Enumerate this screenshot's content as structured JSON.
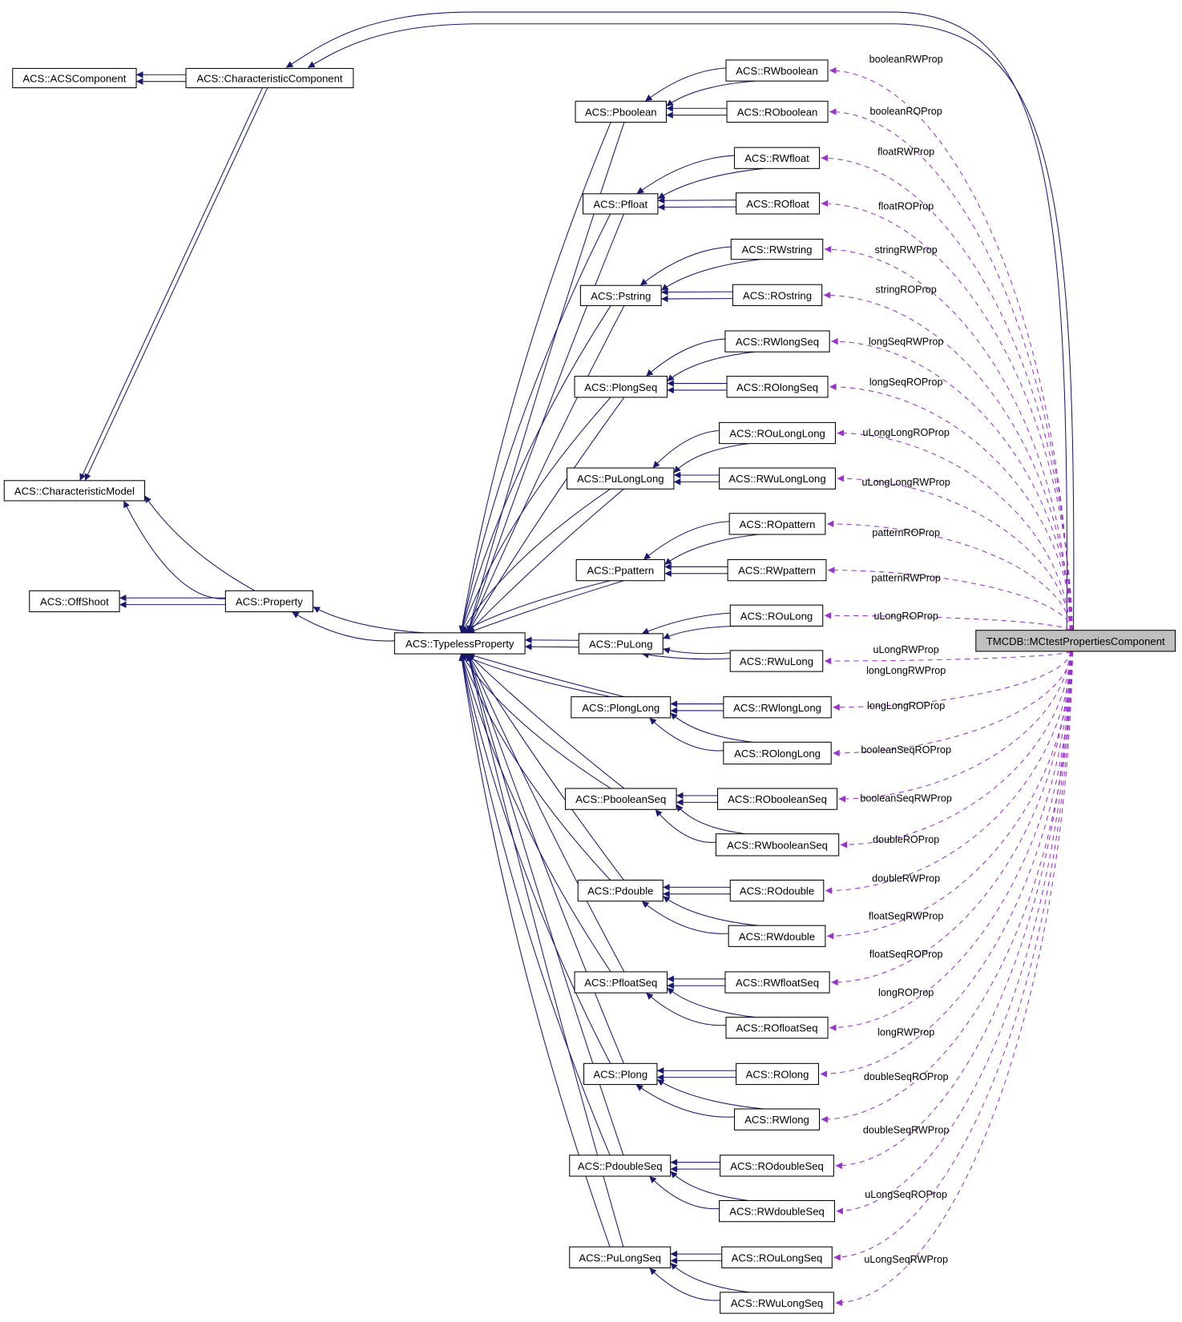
{
  "colors": {
    "inheritance": "#191970",
    "usage": "#9a32cd",
    "target_fill": "#bfbfbf"
  },
  "target": {
    "id": "target",
    "label": "TMCDB::MCtestPropertiesComponent"
  },
  "nodes": [
    {
      "id": "ACSComponent",
      "label": "ACS::ACSComponent"
    },
    {
      "id": "CharacteristicComponent",
      "label": "ACS::CharacteristicComponent"
    },
    {
      "id": "CharacteristicModel",
      "label": "ACS::CharacteristicModel"
    },
    {
      "id": "OffShoot",
      "label": "ACS::OffShoot"
    },
    {
      "id": "Property",
      "label": "ACS::Property"
    },
    {
      "id": "TypelessProperty",
      "label": "ACS::TypelessProperty"
    },
    {
      "id": "Pboolean",
      "label": "ACS::Pboolean"
    },
    {
      "id": "Pfloat",
      "label": "ACS::Pfloat"
    },
    {
      "id": "Pstring",
      "label": "ACS::Pstring"
    },
    {
      "id": "PlongSeq",
      "label": "ACS::PlongSeq"
    },
    {
      "id": "PuLongLong",
      "label": "ACS::PuLongLong"
    },
    {
      "id": "Ppattern",
      "label": "ACS::Ppattern"
    },
    {
      "id": "PuLong",
      "label": "ACS::PuLong"
    },
    {
      "id": "PlongLong",
      "label": "ACS::PlongLong"
    },
    {
      "id": "PbooleanSeq",
      "label": "ACS::PbooleanSeq"
    },
    {
      "id": "Pdouble",
      "label": "ACS::Pdouble"
    },
    {
      "id": "PfloatSeq",
      "label": "ACS::PfloatSeq"
    },
    {
      "id": "Plong",
      "label": "ACS::Plong"
    },
    {
      "id": "PdoubleSeq",
      "label": "ACS::PdoubleSeq"
    },
    {
      "id": "PuLongSeq",
      "label": "ACS::PuLongSeq"
    },
    {
      "id": "RWboolean",
      "label": "ACS::RWboolean"
    },
    {
      "id": "ROboolean",
      "label": "ACS::ROboolean"
    },
    {
      "id": "RWfloat",
      "label": "ACS::RWfloat"
    },
    {
      "id": "ROfloat",
      "label": "ACS::ROfloat"
    },
    {
      "id": "RWstring",
      "label": "ACS::RWstring"
    },
    {
      "id": "ROstring",
      "label": "ACS::ROstring"
    },
    {
      "id": "RWlongSeq",
      "label": "ACS::RWlongSeq"
    },
    {
      "id": "ROlongSeq",
      "label": "ACS::ROlongSeq"
    },
    {
      "id": "ROuLongLong",
      "label": "ACS::ROuLongLong"
    },
    {
      "id": "RWuLongLong",
      "label": "ACS::RWuLongLong"
    },
    {
      "id": "ROpattern",
      "label": "ACS::ROpattern"
    },
    {
      "id": "RWpattern",
      "label": "ACS::RWpattern"
    },
    {
      "id": "ROuLong",
      "label": "ACS::ROuLong"
    },
    {
      "id": "RWuLong",
      "label": "ACS::RWuLong"
    },
    {
      "id": "RWlongLong",
      "label": "ACS::RWlongLong"
    },
    {
      "id": "ROlongLong",
      "label": "ACS::ROlongLong"
    },
    {
      "id": "RObooleanSeq",
      "label": "ACS::RObooleanSeq"
    },
    {
      "id": "RWbooleanSeq",
      "label": "ACS::RWbooleanSeq"
    },
    {
      "id": "ROdouble",
      "label": "ACS::ROdouble"
    },
    {
      "id": "RWdouble",
      "label": "ACS::RWdouble"
    },
    {
      "id": "RWfloatSeq",
      "label": "ACS::RWfloatSeq"
    },
    {
      "id": "ROfloatSeq",
      "label": "ACS::ROfloatSeq"
    },
    {
      "id": "ROlong",
      "label": "ACS::ROlong"
    },
    {
      "id": "RWlong",
      "label": "ACS::RWlong"
    },
    {
      "id": "ROdoubleSeq",
      "label": "ACS::ROdoubleSeq"
    },
    {
      "id": "RWdoubleSeq",
      "label": "ACS::RWdoubleSeq"
    },
    {
      "id": "ROuLongSeq",
      "label": "ACS::ROuLongSeq"
    },
    {
      "id": "RWuLongSeq",
      "label": "ACS::RWuLongSeq"
    }
  ],
  "inheritance": [
    [
      "CharacteristicComponent",
      "ACSComponent"
    ],
    [
      "CharacteristicModel",
      "CharacteristicComponent"
    ],
    [
      "Property",
      "CharacteristicModel"
    ],
    [
      "Property",
      "OffShoot"
    ],
    [
      "TypelessProperty",
      "Property"
    ],
    [
      "target",
      "CharacteristicComponent"
    ],
    [
      "Pboolean",
      "TypelessProperty"
    ],
    [
      "Pfloat",
      "TypelessProperty"
    ],
    [
      "Pstring",
      "TypelessProperty"
    ],
    [
      "PlongSeq",
      "TypelessProperty"
    ],
    [
      "PuLongLong",
      "TypelessProperty"
    ],
    [
      "Ppattern",
      "TypelessProperty"
    ],
    [
      "PuLong",
      "TypelessProperty"
    ],
    [
      "PlongLong",
      "TypelessProperty"
    ],
    [
      "PbooleanSeq",
      "TypelessProperty"
    ],
    [
      "Pdouble",
      "TypelessProperty"
    ],
    [
      "PfloatSeq",
      "TypelessProperty"
    ],
    [
      "Plong",
      "TypelessProperty"
    ],
    [
      "PdoubleSeq",
      "TypelessProperty"
    ],
    [
      "PuLongSeq",
      "TypelessProperty"
    ],
    [
      "RWboolean",
      "Pboolean"
    ],
    [
      "ROboolean",
      "Pboolean"
    ],
    [
      "RWfloat",
      "Pfloat"
    ],
    [
      "ROfloat",
      "Pfloat"
    ],
    [
      "RWstring",
      "Pstring"
    ],
    [
      "ROstring",
      "Pstring"
    ],
    [
      "RWlongSeq",
      "PlongSeq"
    ],
    [
      "ROlongSeq",
      "PlongSeq"
    ],
    [
      "ROuLongLong",
      "PuLongLong"
    ],
    [
      "RWuLongLong",
      "PuLongLong"
    ],
    [
      "ROpattern",
      "Ppattern"
    ],
    [
      "RWpattern",
      "Ppattern"
    ],
    [
      "ROuLong",
      "PuLong"
    ],
    [
      "RWuLong",
      "PuLong"
    ],
    [
      "RWlongLong",
      "PlongLong"
    ],
    [
      "ROlongLong",
      "PlongLong"
    ],
    [
      "RObooleanSeq",
      "PbooleanSeq"
    ],
    [
      "RWbooleanSeq",
      "PbooleanSeq"
    ],
    [
      "ROdouble",
      "Pdouble"
    ],
    [
      "RWdouble",
      "Pdouble"
    ],
    [
      "RWfloatSeq",
      "PfloatSeq"
    ],
    [
      "ROfloatSeq",
      "PfloatSeq"
    ],
    [
      "ROlong",
      "Plong"
    ],
    [
      "RWlong",
      "Plong"
    ],
    [
      "ROdoubleSeq",
      "PdoubleSeq"
    ],
    [
      "RWdoubleSeq",
      "PdoubleSeq"
    ],
    [
      "ROuLongSeq",
      "PuLongSeq"
    ],
    [
      "RWuLongSeq",
      "PuLongSeq"
    ]
  ],
  "usage": [
    {
      "to": "RWboolean",
      "label": "booleanRWProp"
    },
    {
      "to": "ROboolean",
      "label": "booleanROProp"
    },
    {
      "to": "RWfloat",
      "label": "floatRWProp"
    },
    {
      "to": "ROfloat",
      "label": "floatROProp"
    },
    {
      "to": "RWstring",
      "label": "stringRWProp"
    },
    {
      "to": "ROstring",
      "label": "stringROProp"
    },
    {
      "to": "RWlongSeq",
      "label": "longSeqRWProp"
    },
    {
      "to": "ROlongSeq",
      "label": "longSeqROProp"
    },
    {
      "to": "ROuLongLong",
      "label": "uLongLongROProp"
    },
    {
      "to": "RWuLongLong",
      "label": "uLongLongRWProp"
    },
    {
      "to": "ROpattern",
      "label": "patternROProp"
    },
    {
      "to": "RWpattern",
      "label": "patternRWProp"
    },
    {
      "to": "ROuLong",
      "label": "uLongROProp"
    },
    {
      "to": "RWuLong",
      "label": "uLongRWProp"
    },
    {
      "to": "RWlongLong",
      "label": "longLongRWProp"
    },
    {
      "to": "ROlongLong",
      "label": "longLongROProp"
    },
    {
      "to": "RObooleanSeq",
      "label": "booleanSeqROProp"
    },
    {
      "to": "RWbooleanSeq",
      "label": "booleanSeqRWProp"
    },
    {
      "to": "ROdouble",
      "label": "doubleROProp"
    },
    {
      "to": "RWdouble",
      "label": "doubleRWProp"
    },
    {
      "to": "RWfloatSeq",
      "label": "floatSeqRWProp"
    },
    {
      "to": "ROfloatSeq",
      "label": "floatSeqROProp"
    },
    {
      "to": "ROlong",
      "label": "longROProp"
    },
    {
      "to": "RWlong",
      "label": "longRWProp"
    },
    {
      "to": "ROdoubleSeq",
      "label": "doubleSeqROProp"
    },
    {
      "to": "RWdoubleSeq",
      "label": "doubleSeqRWProp"
    },
    {
      "to": "ROuLongSeq",
      "label": "uLongSeqROProp"
    },
    {
      "to": "RWuLongSeq",
      "label": "uLongSeqRWProp"
    }
  ]
}
